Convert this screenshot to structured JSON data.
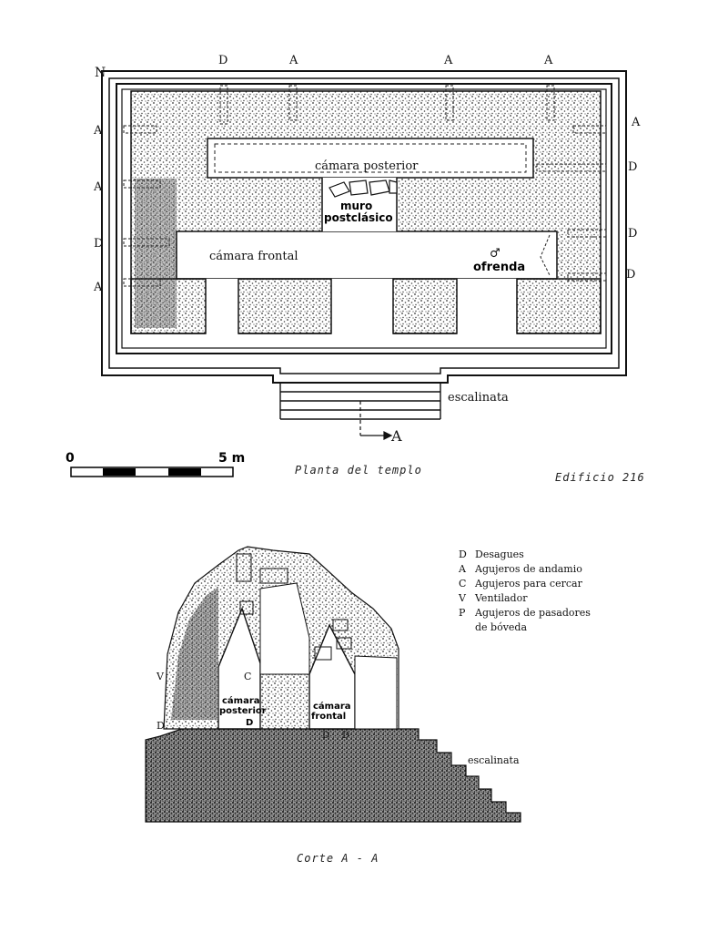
{
  "plan": {
    "north": "N",
    "top_edge": [
      "D",
      "A",
      "A",
      "A"
    ],
    "left_edge": [
      "A",
      "A",
      "D",
      "A"
    ],
    "right_edge": [
      "A",
      "D",
      "D",
      "D"
    ],
    "rear_chamber": "cámara posterior",
    "wall_line1": "muro",
    "wall_line2": "postclásico",
    "front_chamber": "cámara frontal",
    "offering_symbol": "♂",
    "offering": "ofrenda",
    "stairs": "escalinata",
    "section_marker": "A"
  },
  "scale": {
    "zero": "0",
    "five": "5 m"
  },
  "plan_caption": "Planta del templo",
  "building_caption": "Edificio 216",
  "section": {
    "rear_line1": "cámara",
    "rear_line2": "posterior",
    "front_line1": "cámara",
    "front_line2": "frontal",
    "mark_c": "C",
    "mark_v": "V",
    "mark_d_left": "D",
    "mark_d1": "D",
    "mark_d2": "D",
    "mark_d3": "D",
    "stairs": "escalinata"
  },
  "legend": [
    {
      "code": "D",
      "text": "Desagues"
    },
    {
      "code": "A",
      "text": "Agujeros de andamio"
    },
    {
      "code": "C",
      "text": "Agujeros para cercar"
    },
    {
      "code": "V",
      "text": "Ventilador"
    },
    {
      "code": "P",
      "text": "Agujeros de pasadores"
    }
  ],
  "legend_cont": "de bóveda",
  "section_caption": "Corte A - A"
}
